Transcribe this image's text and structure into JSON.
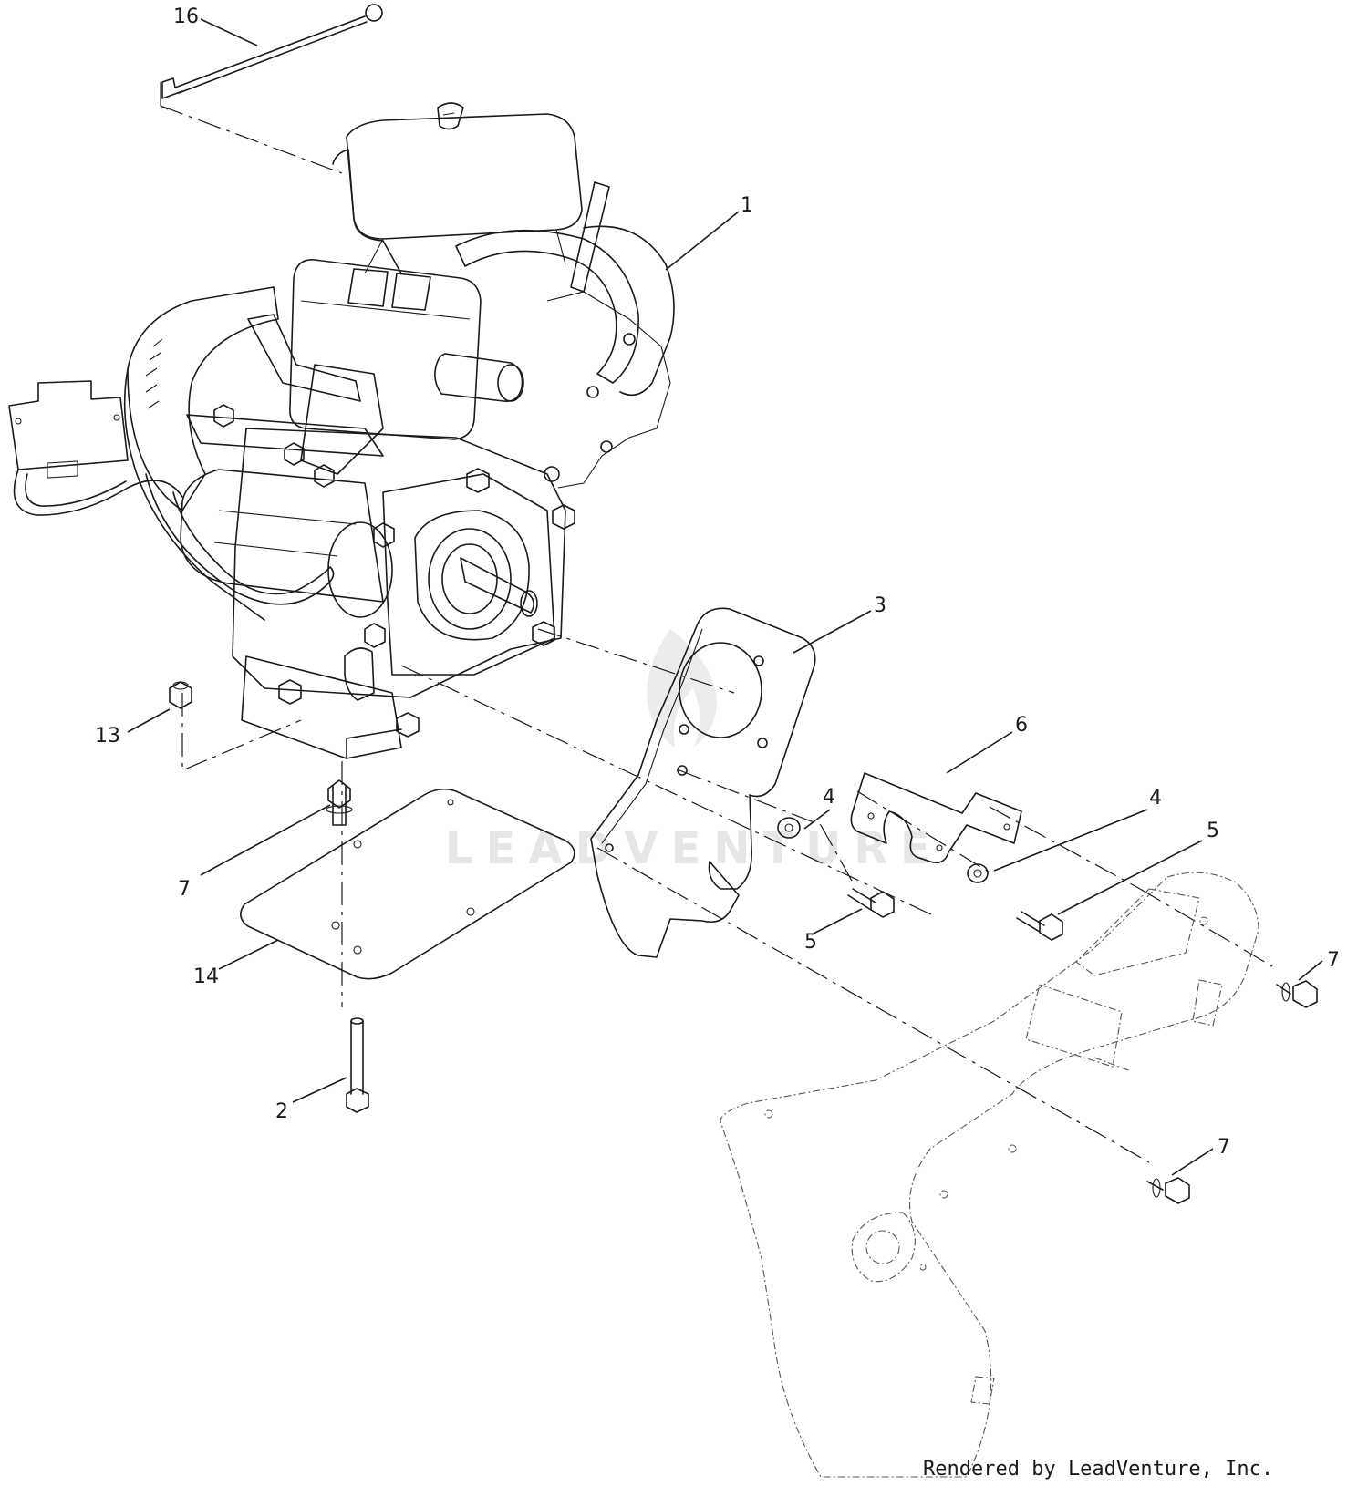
{
  "watermark": {
    "text": "LEADVENTURE"
  },
  "credit": {
    "text": "Rendered by LeadVenture, Inc."
  },
  "callouts": [
    {
      "id": "c16",
      "label": "16"
    },
    {
      "id": "c1",
      "label": "1"
    },
    {
      "id": "c3",
      "label": "3"
    },
    {
      "id": "c13",
      "label": "13"
    },
    {
      "id": "c6",
      "label": "6"
    },
    {
      "id": "c4a",
      "label": "4"
    },
    {
      "id": "c4b",
      "label": "4"
    },
    {
      "id": "c5a",
      "label": "5"
    },
    {
      "id": "c5b",
      "label": "5"
    },
    {
      "id": "c7a",
      "label": "7"
    },
    {
      "id": "c14",
      "label": "14"
    },
    {
      "id": "c7b",
      "label": "7"
    },
    {
      "id": "c2",
      "label": "2"
    },
    {
      "id": "c7c",
      "label": "7"
    }
  ]
}
